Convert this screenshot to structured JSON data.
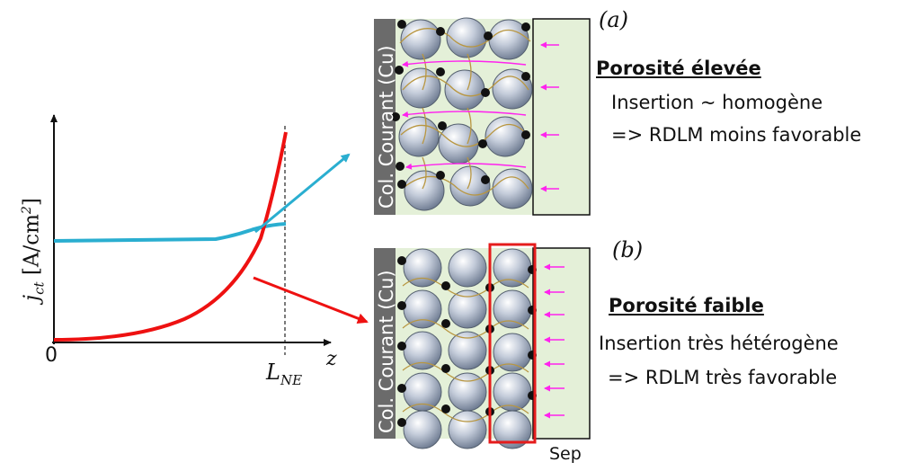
{
  "colors": {
    "blue_curve": "#2aaed0",
    "red_curve": "#ee1111",
    "flux_arrows": "#ff22ee",
    "electrolyte": "#e4f0d8",
    "collector": "#6b6b6b",
    "highlight_box": "#e51c1c",
    "particle": "#aab6c8",
    "binder": "#b89640"
  },
  "plot": {
    "y_label_base": "j",
    "y_label_sub": "ct",
    "y_label_units": "[A/cm",
    "y_label_exp": "2",
    "y_label_close": "]",
    "origin": "0",
    "x_label": "z",
    "x_mark_base": "L",
    "x_mark_sub": "NE"
  },
  "panel_a": {
    "tag": "(a)",
    "collector_label": "Col. Courant (Cu)",
    "heading": "Porosité élevée",
    "line1": "Insertion ~ homogène",
    "line2": "=> RDLM moins favorable"
  },
  "panel_b": {
    "tag": "(b)",
    "collector_label": "Col. Courant (Cu)",
    "heading": "Porosité faible",
    "line1": "Insertion très hétérogène",
    "line2": "=> RDLM très favorable",
    "separator_label": "Sep"
  }
}
